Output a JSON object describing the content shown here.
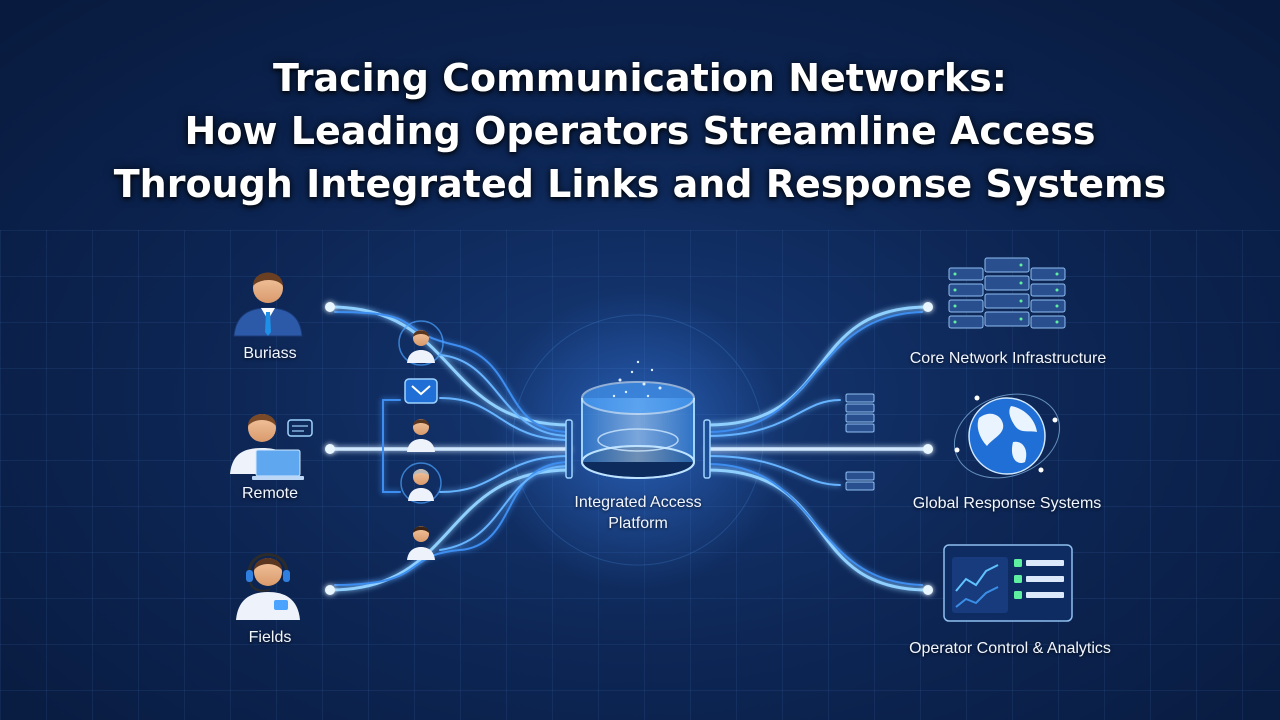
{
  "title_lines": [
    "Tracing Communication Networks:",
    "How Leading Operators Streamline Access",
    "Through Integrated Links and Response Systems"
  ],
  "left_nodes": [
    {
      "label": "Buriass",
      "icon": "business-person-icon"
    },
    {
      "label": "Remote",
      "icon": "remote-worker-laptop-icon"
    },
    {
      "label": "Fields",
      "icon": "field-agent-headset-icon"
    }
  ],
  "center": {
    "label_line1": "Integrated Access",
    "label_line2": "Platform",
    "icon": "platform-cylinder-icon"
  },
  "right_nodes": [
    {
      "label": "Core Network Infrastructure",
      "icon": "server-rack-icon"
    },
    {
      "label": "Global Response Systems",
      "icon": "globe-icon"
    },
    {
      "label": "Operator Control & Analytics",
      "icon": "analytics-dashboard-icon"
    }
  ],
  "colors": {
    "background": "#0b2150",
    "line_glow": "#4da6ff",
    "line_core": "#cfe8ff",
    "accent": "#2f7fe0"
  }
}
